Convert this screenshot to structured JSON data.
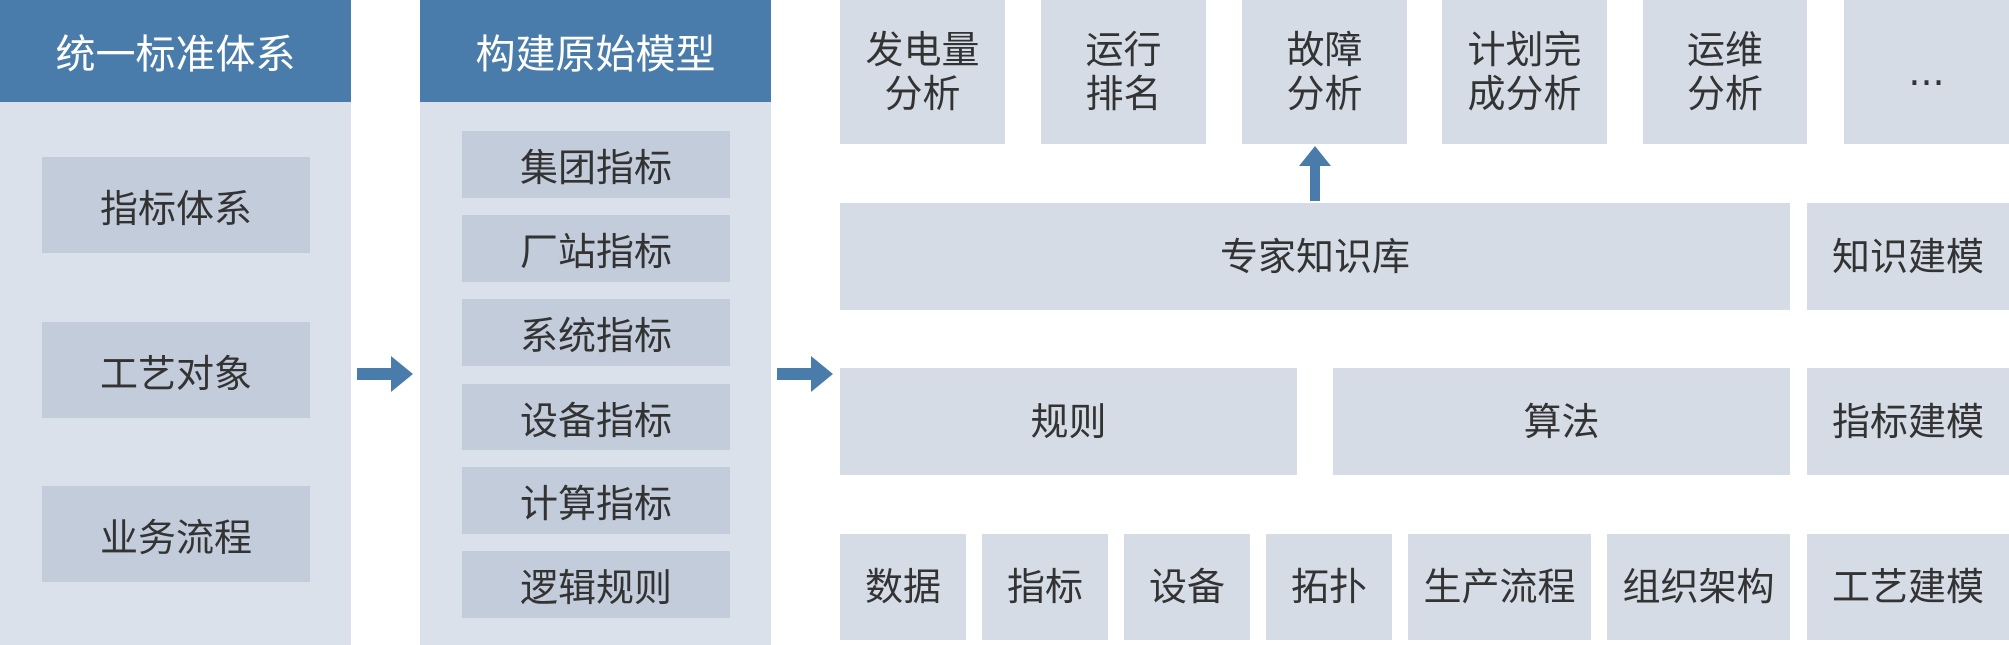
{
  "colors": {
    "header": "#4a7cab",
    "panel": "#dbe1eb",
    "item": "#c2ccdb",
    "box": "#d5dce6",
    "arrow": "#4a7cab"
  },
  "panel1": {
    "title": "统一标准体系",
    "items": [
      "指标体系",
      "工艺对象",
      "业务流程"
    ]
  },
  "panel2": {
    "title": "构建原始模型",
    "items": [
      "集团指标",
      "厂站指标",
      "系统指标",
      "设备指标",
      "计算指标",
      "逻辑规则"
    ]
  },
  "applications": [
    "发电量\n分析",
    "运行\n排名",
    "故障\n分析",
    "计划完\n成分析",
    "运维\n分析",
    "..."
  ],
  "knowledge": {
    "label": "专家知识库",
    "modeling": "知识建模"
  },
  "methods": {
    "rules": "规则",
    "algorithm": "算法",
    "modeling": "指标建模"
  },
  "base": {
    "items": [
      "数据",
      "指标",
      "设备",
      "拓扑",
      "生产流程",
      "组织架构"
    ],
    "modeling": "工艺建模"
  }
}
